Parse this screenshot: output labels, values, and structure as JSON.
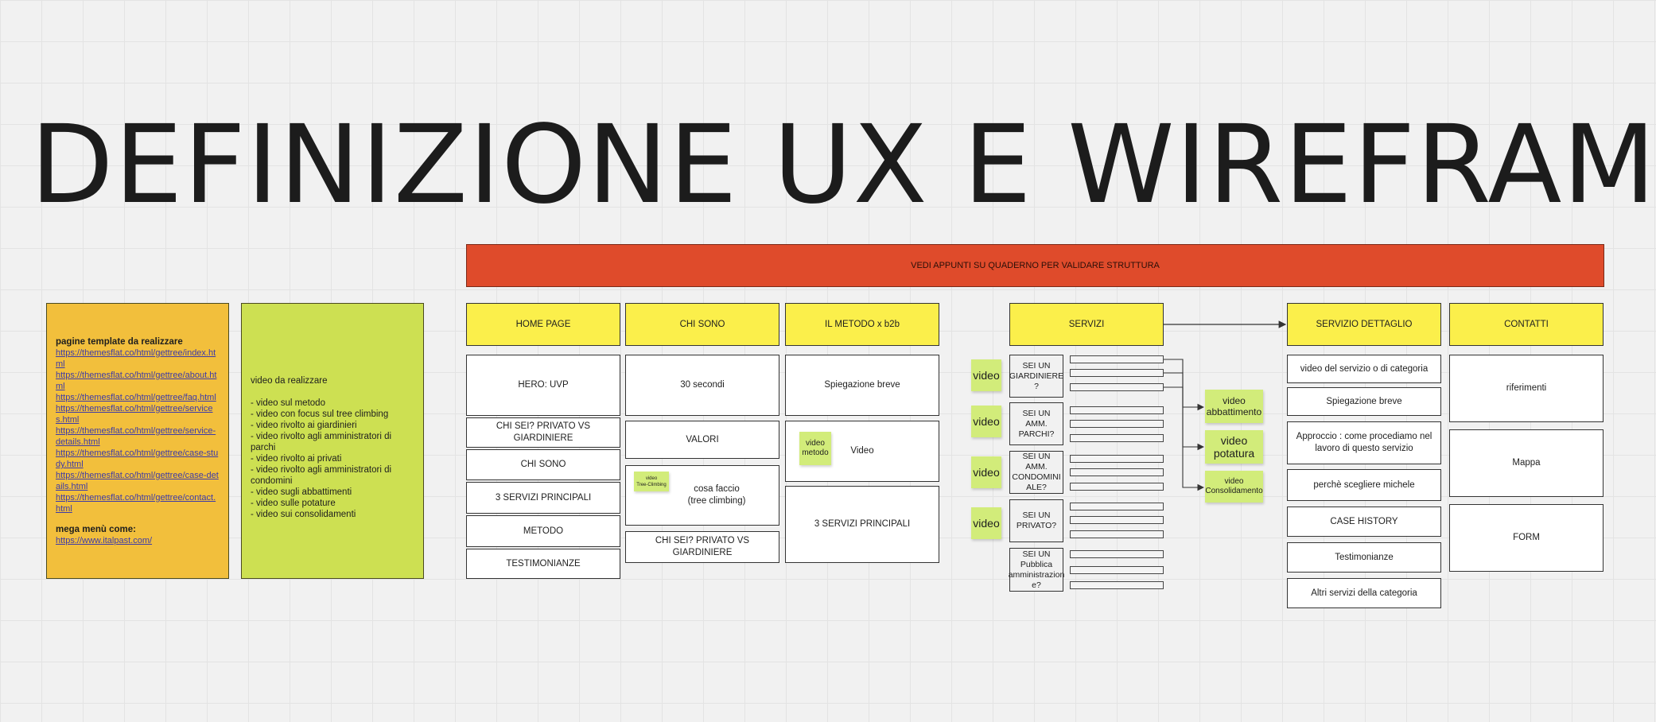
{
  "title": "DEFINIZIONE UX E WIREFRAME",
  "banner": "VEDI APPUNTI SU QUADERNO PER VALIDARE STRUTTURA",
  "template_note": {
    "heading": "pagine template da realizzare",
    "links": [
      "https://themesflat.co/html/gettree/index.html",
      "https://themesflat.co/html/gettree/about.html",
      "https://themesflat.co/html/gettree/faq.html",
      "https://themesflat.co/html/gettree/services.html",
      "https://themesflat.co/html/gettree/service-details.html",
      "https://themesflat.co/html/gettree/case-study.html",
      "https://themesflat.co/html/gettree/case-details.html",
      "https://themesflat.co/html/gettree/contact.html"
    ],
    "mega_heading": "mega menù come:",
    "mega_link": "https://www.italpast.com/"
  },
  "video_note": {
    "heading": "video da realizzare",
    "items": [
      "- video sul metodo",
      "- video con focus sul tree climbing",
      "- video rivolto ai giardinieri",
      "- video rivolto agli amministratori di parchi",
      "- video rivolto ai privati",
      "- video rivolto agli amministratori di condomini",
      "- video sugli abbattimenti",
      "- video sulle potature",
      "- video sui consolidamenti"
    ]
  },
  "columns": {
    "home": {
      "header": "HOME PAGE",
      "items": [
        "HERO: UVP",
        "CHI SEI? PRIVATO VS GIARDINIERE",
        "CHI SONO",
        "3 SERVIZI PRINCIPALI",
        "METODO",
        "TESTIMONIANZE"
      ]
    },
    "chi_sono": {
      "header": "CHI SONO",
      "items": [
        "30 secondi",
        "VALORI",
        "cosa faccio\n(tree climbing)",
        "CHI SEI? PRIVATO VS GIARDINIERE"
      ],
      "sticky": "video\nTree-Climbing"
    },
    "metodo": {
      "header": "IL METODO x b2b",
      "items": [
        "Spiegazione breve",
        "Video",
        "3 SERVIZI PRINCIPALI"
      ],
      "sticky": "video\nmetodo"
    },
    "servizi": {
      "header": "SERVIZI",
      "questions": [
        "SEI UN GIARDINIERE ?",
        "SEI UN AMM. PARCHI?",
        "SEI UN AMM. CONDOMINI ALE?",
        "SEI UN PRIVATO?",
        "SEI UN Pubblica amministrazion e?"
      ],
      "video_label": "video",
      "service_stickies": [
        "video abbattimento",
        "video potatura",
        "video Consolidamento"
      ]
    },
    "servizio_dettaglio": {
      "header": "SERVIZIO DETTAGLIO",
      "items": [
        "video del servizio o di categoria",
        "Spiegazione breve",
        "Approccio : come procediamo nel lavoro di questo servizio",
        "perchè scegliere michele",
        "CASE HISTORY",
        "Testimonianze",
        "Altri servizi della categoria"
      ]
    },
    "contatti": {
      "header": "CONTATTI",
      "items": [
        "riferimenti",
        "Mappa",
        "FORM"
      ]
    }
  },
  "colors": {
    "banner": "#df4b2b",
    "header_yellow": "#fbef4b",
    "note_orange": "#f2bf3c",
    "note_green": "#cde052",
    "sticky_green": "#d2ec7a"
  }
}
